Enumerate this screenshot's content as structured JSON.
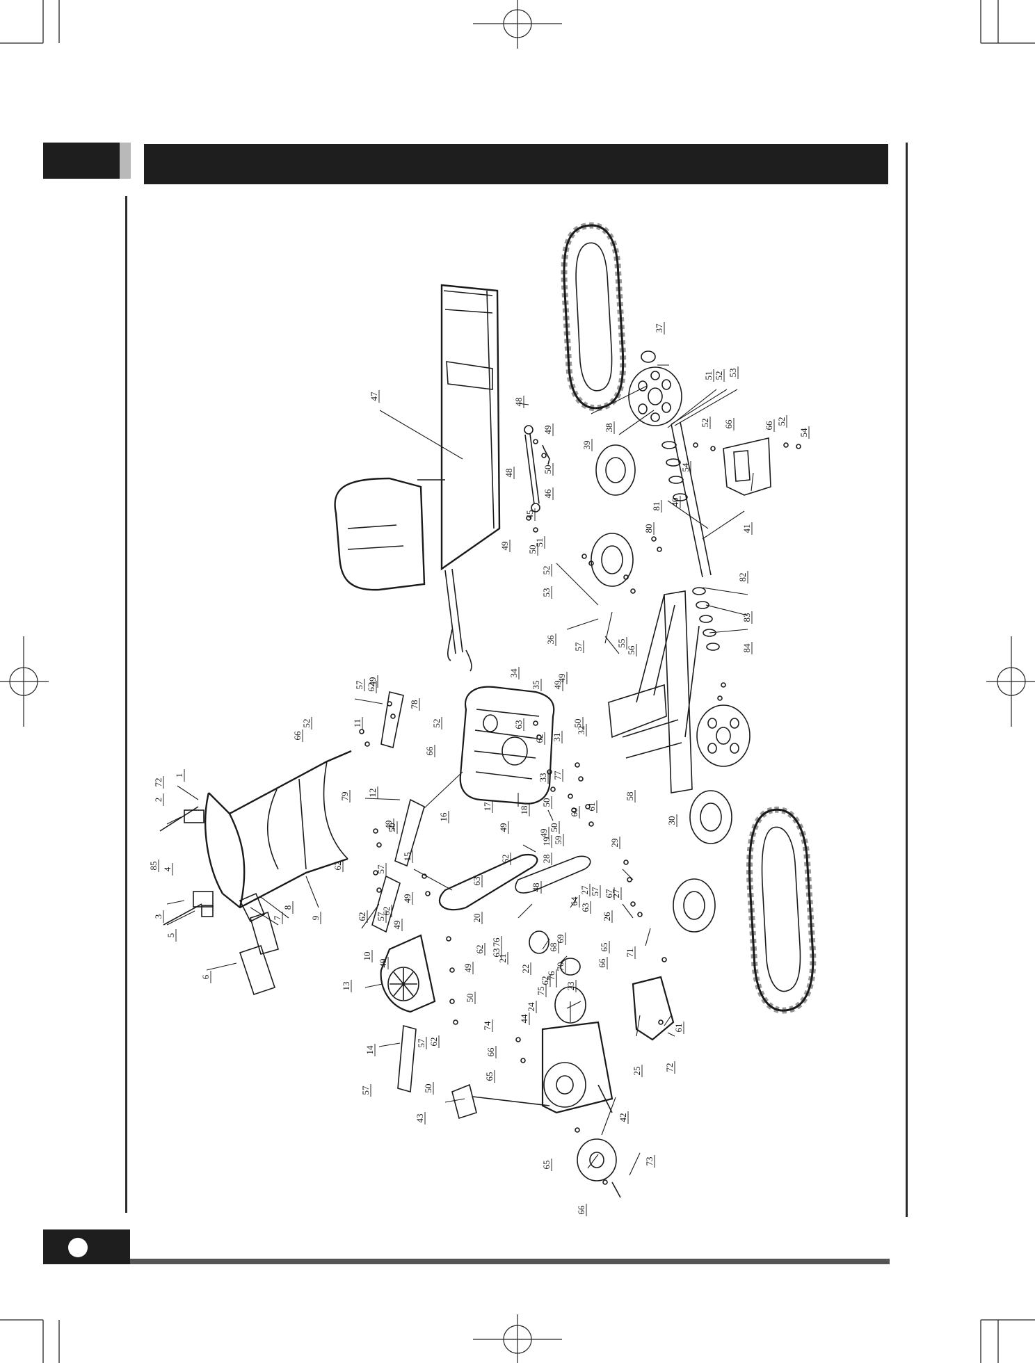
{
  "page": {
    "header_text": "",
    "page_number": ""
  },
  "callouts": [
    {
      "id": "c1",
      "n": "1"
    },
    {
      "id": "c2",
      "n": "2"
    },
    {
      "id": "c3",
      "n": "3"
    },
    {
      "id": "c4",
      "n": "4"
    },
    {
      "id": "c5",
      "n": "5"
    },
    {
      "id": "c6",
      "n": "6"
    },
    {
      "id": "c7",
      "n": "7"
    },
    {
      "id": "c8",
      "n": "8"
    },
    {
      "id": "c9",
      "n": "9"
    },
    {
      "id": "c10",
      "n": "10"
    },
    {
      "id": "c11",
      "n": "11"
    },
    {
      "id": "c12",
      "n": "12"
    },
    {
      "id": "c13",
      "n": "13"
    },
    {
      "id": "c14",
      "n": "14"
    },
    {
      "id": "c15",
      "n": "15"
    },
    {
      "id": "c16",
      "n": "16"
    },
    {
      "id": "c17",
      "n": "17"
    },
    {
      "id": "c18",
      "n": "18"
    },
    {
      "id": "c19",
      "n": "19"
    },
    {
      "id": "c20",
      "n": "20"
    },
    {
      "id": "c21",
      "n": "21"
    },
    {
      "id": "c22",
      "n": "22"
    },
    {
      "id": "c23",
      "n": "23"
    },
    {
      "id": "c24",
      "n": "24"
    },
    {
      "id": "c25",
      "n": "25"
    },
    {
      "id": "c26",
      "n": "26"
    },
    {
      "id": "c27",
      "n": "27"
    },
    {
      "id": "c27b",
      "n": "27"
    },
    {
      "id": "c28",
      "n": "28"
    },
    {
      "id": "c29",
      "n": "29"
    },
    {
      "id": "c30",
      "n": "30"
    },
    {
      "id": "c31",
      "n": "31"
    },
    {
      "id": "c32",
      "n": "32"
    },
    {
      "id": "c33",
      "n": "33"
    },
    {
      "id": "c34",
      "n": "34"
    },
    {
      "id": "c35",
      "n": "35"
    },
    {
      "id": "c36",
      "n": "36"
    },
    {
      "id": "c37",
      "n": "37"
    },
    {
      "id": "c38",
      "n": "38"
    },
    {
      "id": "c39",
      "n": "39"
    },
    {
      "id": "c40",
      "n": "40"
    },
    {
      "id": "c41",
      "n": "41"
    },
    {
      "id": "c42",
      "n": "42"
    },
    {
      "id": "c43",
      "n": "43"
    },
    {
      "id": "c44",
      "n": "44"
    },
    {
      "id": "c45",
      "n": "45"
    },
    {
      "id": "c46",
      "n": "46"
    },
    {
      "id": "c47",
      "n": "47"
    },
    {
      "id": "c48a",
      "n": "48"
    },
    {
      "id": "c48b",
      "n": "48"
    },
    {
      "id": "c48c",
      "n": "48"
    },
    {
      "id": "c49a",
      "n": "49"
    },
    {
      "id": "c49b",
      "n": "49"
    },
    {
      "id": "c49c",
      "n": "49"
    },
    {
      "id": "c49d",
      "n": "49"
    },
    {
      "id": "c49e",
      "n": "49"
    },
    {
      "id": "c49f",
      "n": "49"
    },
    {
      "id": "c49g",
      "n": "49"
    },
    {
      "id": "c49h",
      "n": "49"
    },
    {
      "id": "c49i",
      "n": "49"
    },
    {
      "id": "c49j",
      "n": "49"
    },
    {
      "id": "c49k",
      "n": "49"
    },
    {
      "id": "c49l",
      "n": "49"
    },
    {
      "id": "c50a",
      "n": "50"
    },
    {
      "id": "c50b",
      "n": "50"
    },
    {
      "id": "c50c",
      "n": "50"
    },
    {
      "id": "c50d",
      "n": "50"
    },
    {
      "id": "c50e",
      "n": "50"
    },
    {
      "id": "c50f",
      "n": "50"
    },
    {
      "id": "c50g",
      "n": "50"
    },
    {
      "id": "c50h",
      "n": "50"
    },
    {
      "id": "c51a",
      "n": "51"
    },
    {
      "id": "c51b",
      "n": "51"
    },
    {
      "id": "c52a",
      "n": "52"
    },
    {
      "id": "c52b",
      "n": "52"
    },
    {
      "id": "c52c",
      "n": "52"
    },
    {
      "id": "c52d",
      "n": "52"
    },
    {
      "id": "c52e",
      "n": "52"
    },
    {
      "id": "c52f",
      "n": "52"
    },
    {
      "id": "c53a",
      "n": "53"
    },
    {
      "id": "c53b",
      "n": "53"
    },
    {
      "id": "c54a",
      "n": "54"
    },
    {
      "id": "c54b",
      "n": "54"
    },
    {
      "id": "c55",
      "n": "55"
    },
    {
      "id": "c56",
      "n": "56"
    },
    {
      "id": "c57a",
      "n": "57"
    },
    {
      "id": "c57b",
      "n": "57"
    },
    {
      "id": "c57c",
      "n": "57"
    },
    {
      "id": "c57d",
      "n": "57"
    },
    {
      "id": "c57e",
      "n": "57"
    },
    {
      "id": "c57f",
      "n": "57"
    },
    {
      "id": "c57g",
      "n": "57"
    },
    {
      "id": "c58",
      "n": "58"
    },
    {
      "id": "c59",
      "n": "59"
    },
    {
      "id": "c60",
      "n": "60"
    },
    {
      "id": "c61a",
      "n": "61"
    },
    {
      "id": "c61b",
      "n": "61"
    },
    {
      "id": "c62a",
      "n": "62"
    },
    {
      "id": "c62b",
      "n": "62"
    },
    {
      "id": "c62c",
      "n": "62"
    },
    {
      "id": "c62d",
      "n": "62"
    },
    {
      "id": "c62e",
      "n": "62"
    },
    {
      "id": "c62f",
      "n": "62"
    },
    {
      "id": "c62g",
      "n": "62"
    },
    {
      "id": "c62h",
      "n": "62"
    },
    {
      "id": "c62i",
      "n": "62"
    },
    {
      "id": "c63a",
      "n": "63"
    },
    {
      "id": "c63b",
      "n": "63"
    },
    {
      "id": "c63c",
      "n": "63"
    },
    {
      "id": "c63d",
      "n": "63"
    },
    {
      "id": "c64",
      "n": "64"
    },
    {
      "id": "c65a",
      "n": "65"
    },
    {
      "id": "c65b",
      "n": "65"
    },
    {
      "id": "c65c",
      "n": "65"
    },
    {
      "id": "c66a",
      "n": "66"
    },
    {
      "id": "c66b",
      "n": "66"
    },
    {
      "id": "c66c",
      "n": "66"
    },
    {
      "id": "c66d",
      "n": "66"
    },
    {
      "id": "c66e",
      "n": "66"
    },
    {
      "id": "c66f",
      "n": "66"
    },
    {
      "id": "c66g",
      "n": "66"
    },
    {
      "id": "c67",
      "n": "67"
    },
    {
      "id": "c68",
      "n": "68"
    },
    {
      "id": "c69",
      "n": "69"
    },
    {
      "id": "c70",
      "n": "70"
    },
    {
      "id": "c71",
      "n": "71"
    },
    {
      "id": "c72a",
      "n": "72"
    },
    {
      "id": "c72b",
      "n": "72"
    },
    {
      "id": "c73",
      "n": "73"
    },
    {
      "id": "c74",
      "n": "74"
    },
    {
      "id": "c75",
      "n": "75"
    },
    {
      "id": "c76a",
      "n": "76"
    },
    {
      "id": "c76b",
      "n": "76"
    },
    {
      "id": "c77",
      "n": "77"
    },
    {
      "id": "c78",
      "n": "78"
    },
    {
      "id": "c79",
      "n": "79"
    },
    {
      "id": "c80",
      "n": "80"
    },
    {
      "id": "c81",
      "n": "81"
    },
    {
      "id": "c82",
      "n": "82"
    },
    {
      "id": "c83",
      "n": "83"
    },
    {
      "id": "c84",
      "n": "84"
    },
    {
      "id": "c85",
      "n": "85"
    }
  ]
}
